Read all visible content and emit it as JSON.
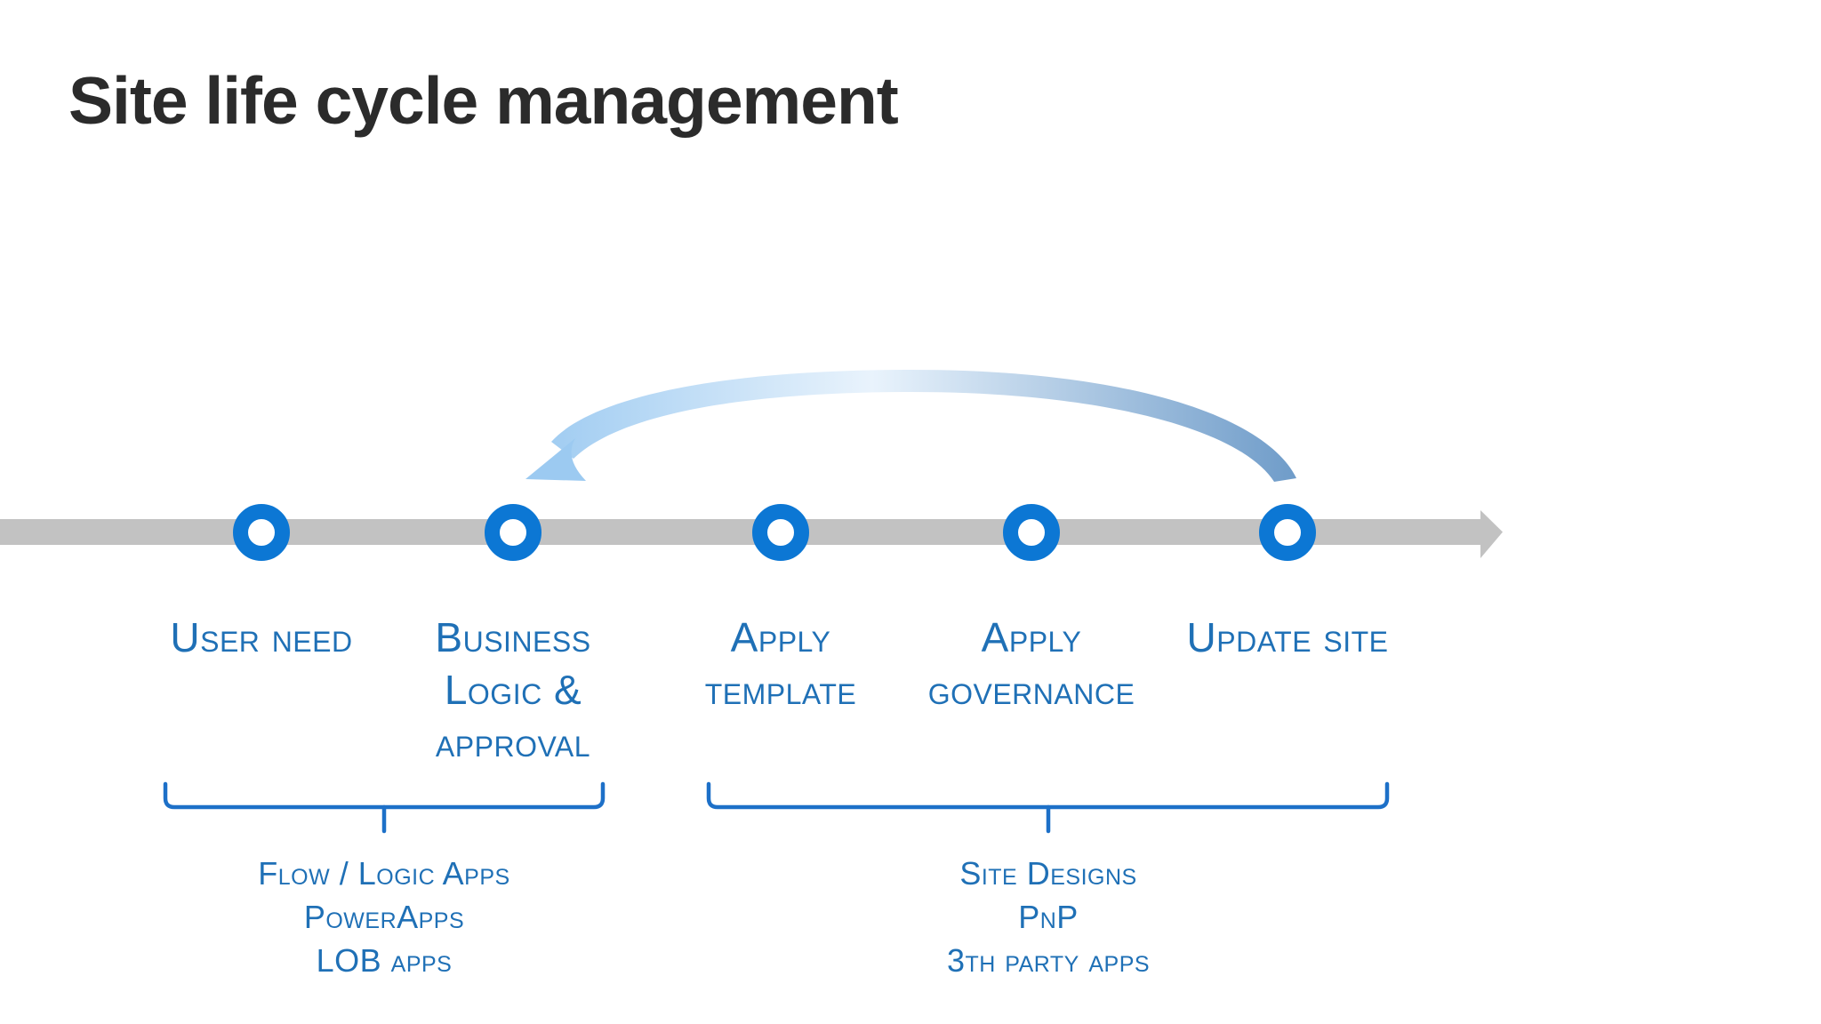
{
  "slide": {
    "title": "Site life cycle management"
  },
  "timeline": {
    "steps": [
      {
        "label_lines": [
          "User need"
        ]
      },
      {
        "label_lines": [
          "Business",
          "Logic &",
          "approval"
        ]
      },
      {
        "label_lines": [
          "Apply",
          "template"
        ]
      },
      {
        "label_lines": [
          "Apply",
          "governance"
        ]
      },
      {
        "label_lines": [
          "Update site"
        ]
      }
    ]
  },
  "groups": [
    {
      "items": [
        "Flow / Logic Apps",
        "PowerApps",
        "LOB apps"
      ]
    },
    {
      "items": [
        "Site Designs",
        "PnP",
        "3th party apps"
      ]
    }
  ],
  "colors": {
    "background": "#ffffff",
    "title_text": "#2b2b2b",
    "timeline_bar": "#c2c2c2",
    "milestone_ring": "#0c77d4",
    "milestone_fill": "#ffffff",
    "step_label_text": "#1f70b6",
    "group_label_text": "#1f70b6",
    "bracket_stroke": "#1d70c8",
    "loop_arrow_left": "#9ccaf1",
    "loop_arrow_mid": "#e9f3fc",
    "loop_arrow_right": "#6f9cc9"
  }
}
